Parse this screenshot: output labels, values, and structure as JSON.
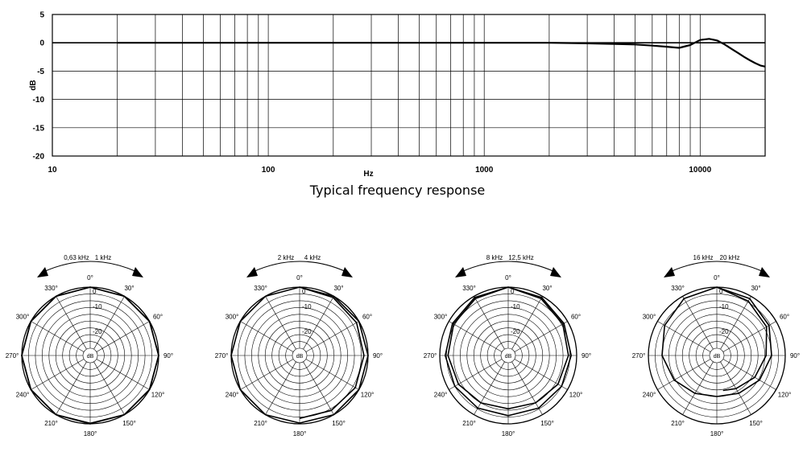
{
  "chart_data": [
    {
      "type": "line",
      "title": "Typical frequency response",
      "xlabel": "Hz",
      "ylabel": "dB",
      "xscale": "log",
      "xlim": [
        10,
        20000
      ],
      "ylim": [
        -20,
        5
      ],
      "x_ticks": [
        "10",
        "100",
        "1000",
        "10000"
      ],
      "y_ticks": [
        "5",
        "0",
        "-5",
        "-10",
        "-15",
        "-20"
      ],
      "grid": true,
      "series": [
        {
          "x": [
            20,
            100,
            200,
            500,
            1000,
            2000,
            3000,
            4000,
            5000,
            6000,
            7000,
            8000,
            9000,
            10000,
            11000,
            12000,
            13000,
            14000,
            15000,
            16000,
            17000,
            18000,
            19000,
            20000
          ],
          "y": [
            0,
            0,
            0,
            0,
            0,
            0,
            -0.1,
            -0.2,
            -0.3,
            -0.5,
            -0.7,
            -0.9,
            -0.4,
            0.5,
            0.7,
            0.4,
            -0.3,
            -1.1,
            -1.8,
            -2.5,
            -3.1,
            -3.6,
            -4.0,
            -4.2
          ]
        }
      ]
    },
    {
      "type": "polar",
      "labels": [
        "0,63 kHz",
        "1 kHz"
      ],
      "angle_labels": [
        "0°",
        "30°",
        "60°",
        "90°",
        "120°",
        "150°",
        "180°",
        "210°",
        "240°",
        "270°",
        "300°",
        "330°"
      ],
      "radial_labels": [
        "0",
        "-10",
        "-20",
        "dB"
      ],
      "rlim": [
        -25,
        0
      ],
      "series": [
        {
          "angles": [
            0,
            30,
            60,
            90,
            120,
            150,
            180,
            210,
            240,
            270,
            300,
            330,
            360
          ],
          "values": [
            0,
            0,
            0,
            0,
            0,
            0,
            0,
            0,
            0,
            0,
            0,
            0,
            0
          ]
        },
        {
          "angles": [
            0,
            30,
            60,
            90,
            120,
            150,
            180,
            210,
            240,
            270,
            300,
            330,
            360
          ],
          "values": [
            0,
            0,
            0,
            0,
            0,
            0,
            -0.2,
            0,
            0,
            0,
            0,
            0,
            0
          ]
        }
      ]
    },
    {
      "type": "polar",
      "labels": [
        "2 kHz",
        "4 kHz"
      ],
      "angle_labels": [
        "0°",
        "30°",
        "60°",
        "90°",
        "120°",
        "150°",
        "180°",
        "210°",
        "240°",
        "270°",
        "300°",
        "330°"
      ],
      "radial_labels": [
        "0",
        "-10",
        "-20",
        "dB"
      ],
      "rlim": [
        -25,
        0
      ],
      "series": [
        {
          "angles": [
            0,
            30,
            60,
            90,
            120,
            150,
            180,
            210,
            240,
            270,
            300,
            330,
            360
          ],
          "values": [
            0,
            0,
            0,
            0,
            0,
            0,
            -0.3,
            0,
            0,
            0,
            0,
            0,
            0
          ]
        },
        {
          "angles": [
            0,
            30,
            60,
            90,
            120,
            150,
            180
          ],
          "values": [
            0,
            -0.5,
            -1,
            -1.5,
            -1.5,
            -1.8,
            -2
          ]
        }
      ]
    },
    {
      "type": "polar",
      "labels": [
        "8 kHz",
        "12,5 kHz"
      ],
      "angle_labels": [
        "0°",
        "30°",
        "60°",
        "90°",
        "120°",
        "150°",
        "180°",
        "210°",
        "240°",
        "270°",
        "300°",
        "330°"
      ],
      "radial_labels": [
        "0",
        "-10",
        "-20",
        "dB"
      ],
      "rlim": [
        -25,
        0
      ],
      "series": [
        {
          "angles": [
            0,
            30,
            60,
            90,
            120,
            150,
            180,
            210,
            240,
            270,
            300,
            330,
            360
          ],
          "values": [
            0,
            -0.5,
            -1.5,
            -2,
            -2.5,
            -2.8,
            -3,
            -2.8,
            -2.5,
            -2,
            -1.5,
            -0.5,
            0
          ]
        },
        {
          "angles": [
            0,
            30,
            60,
            90,
            120,
            150,
            180,
            210,
            240,
            270,
            300,
            330,
            360
          ],
          "values": [
            0,
            -1,
            -2,
            -3,
            -4,
            -5,
            -5.5,
            -5,
            -4,
            -3,
            -2,
            -1,
            0
          ]
        }
      ]
    },
    {
      "type": "polar",
      "labels": [
        "16 kHz",
        "20 kHz"
      ],
      "angle_labels": [
        "0°",
        "30°",
        "60°",
        "90°",
        "120°",
        "150°",
        "180°",
        "210°",
        "240°",
        "270°",
        "300°",
        "330°"
      ],
      "radial_labels": [
        "0",
        "-10",
        "-20",
        "dB"
      ],
      "rlim": [
        -25,
        0
      ],
      "series": [
        {
          "angles": [
            0,
            30,
            60,
            90,
            120,
            150,
            180,
            210,
            240,
            270,
            300,
            330,
            360
          ],
          "values": [
            0,
            -1,
            -3,
            -5,
            -7,
            -9,
            -10,
            -9,
            -7,
            -5,
            -3,
            -1,
            0
          ]
        },
        {
          "angles": [
            0,
            30,
            60,
            90,
            120,
            150,
            170
          ],
          "values": [
            0,
            -2,
            -4,
            -7,
            -9,
            -11,
            -12
          ]
        }
      ]
    }
  ]
}
